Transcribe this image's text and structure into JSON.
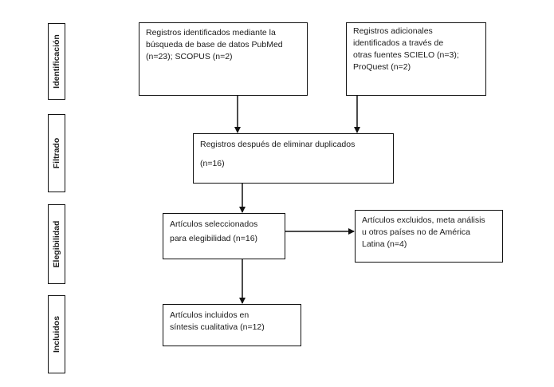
{
  "stages": {
    "identification": "Identificación",
    "screening": "Filtrado",
    "eligibility": "Elegibilidad",
    "included": "Incluidos"
  },
  "boxes": {
    "pubmed": {
      "lines": [
        "Registros identificados mediante la",
        "búsqueda de base de datos PubMed",
        "(n=23); SCOPUS (n=2)"
      ]
    },
    "other_sources": {
      "lines": [
        "Registros adicionales",
        "identificados a través de",
        "otras fuentes SCIELO (n=3);",
        "ProQuest (n=2)"
      ]
    },
    "after_duplicates": {
      "lines": [
        "Registros después de eliminar duplicados",
        "(n=16)"
      ]
    },
    "selected": {
      "lines": [
        "Artículos seleccionados",
        "para elegibilidad (n=16)"
      ]
    },
    "excluded": {
      "lines": [
        "Artículos excluidos, meta análisis",
        "u otros países no de América",
        "Latina (n=4)"
      ]
    },
    "included": {
      "lines": [
        "Artículos incluidos en",
        "síntesis cualitativa (n=12)"
      ]
    }
  }
}
